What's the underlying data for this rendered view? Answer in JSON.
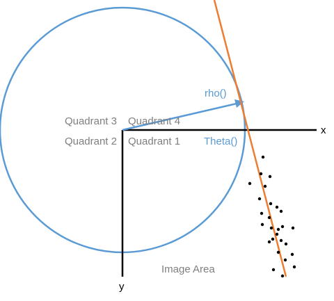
{
  "labels": {
    "quadrant_3": "Quadrant 3",
    "quadrant_4": "Quadrant 4",
    "quadrant_2": "Quadrant 2",
    "quadrant_1": "Quadrant 1",
    "rho": "rho()",
    "theta": "Theta()",
    "x_axis": "x",
    "y_axis": "y",
    "image_area": "Image Area"
  },
  "colors": {
    "circle": "#5b9bd5",
    "rho_vector": "#5b9bd5",
    "fit_line": "#ed7d31",
    "axes": "#000000",
    "points": "#000000",
    "quadrant_text": "#7f7f7f",
    "annotation_text": "#5b9bd5"
  }
}
